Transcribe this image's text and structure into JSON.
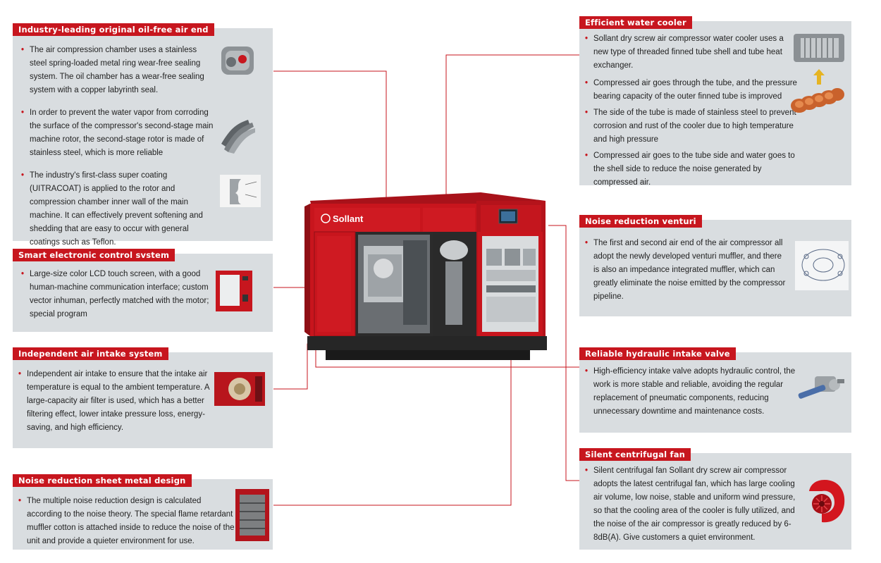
{
  "colors": {
    "accent": "#c7161e",
    "panel_bg": "#d9dde0",
    "connector": "#c7161e",
    "machine_red": "#c8151d"
  },
  "product": {
    "brand": "Sollant"
  },
  "panels": {
    "oil_free_air_end": {
      "title": "Industry-leading original oil-free air end",
      "items": [
        "The air compression chamber uses a stainless steel spring-loaded metal ring wear-free sealing system. The oil chamber has a wear-free sealing system with a copper labyrinth seal.",
        "In order to prevent the water vapor from corroding the surface of the compressor's second-stage main machine rotor, the second-stage rotor is made of stainless steel, which is more reliable",
        "The industry's first-class super coating (UITRACOAT) is applied to the rotor and compression chamber inner wall of the main machine. It can effectively prevent softening and shedding that are easy to occur with general coatings such as Teflon."
      ]
    },
    "smart_control": {
      "title": "Smart electronic control svstem",
      "items": [
        "Large-size color LCD touch screen, with a good human-machine communication interface; custom vector inhuman, perfectly matched with the motor; special program"
      ]
    },
    "air_intake": {
      "title": "Independent air intake system",
      "items": [
        "Independent air intake to ensure that the intake air temperature is equal to the ambient temperature. A large-capacity air filter is used, which has a better filtering effect, lower intake pressure loss, energy-saving, and high efficiency."
      ]
    },
    "sheet_metal": {
      "title": "Noise reduction sheet metal design",
      "items": [
        "The multiple noise reduction design is calculated according to the noise theory. The special flame retardant muffler cotton is attached inside to reduce the noise of the unit and provide a quieter environment for use."
      ]
    },
    "water_cooler": {
      "title": "Efficient water cooler",
      "items": [
        "Sollant dry screw air compressor water cooler uses a new type of threaded finned tube shell and tube heat exchanger.",
        "Compressed air goes through the tube, and the pressure bearing capacity of the outer finned tube is improved",
        "The side of the tube is made of stainless steel to prevent corrosion and rust of the cooler due to high temperature and high pressure",
        "Compressed air goes to the tube side and water goes to the shell side to reduce the noise generated by compressed air."
      ]
    },
    "venturi": {
      "title": "Noise reduction venturi",
      "items": [
        "The first and second air end of the air compressor all adopt the newly developed venturi muffler, and there is also an impedance integrated muffler, which can greatly eliminate the noise emitted by the compressor pipeline."
      ]
    },
    "intake_valve": {
      "title": "Reliable hydraulic intake valve",
      "items": [
        "High-efficiency intake valve adopts hydraulic control, the work is more stable and reliable, avoiding the regular replacement of pneumatic components, reducing unnecessary downtime and maintenance costs."
      ]
    },
    "centrifugal_fan": {
      "title": "Silent centrifugal fan",
      "items": [
        "Silent centrifugal fan Sollant dry screw air compressor adopts the latest centrifugal fan, which has large cooling air volume, low noise, stable and uniform wind pressure, so that the cooling area of the cooler is fully utilized, and the noise of the air compressor is greatly reduced by 6-8dB(A). Give customers a quiet environment."
      ]
    }
  }
}
